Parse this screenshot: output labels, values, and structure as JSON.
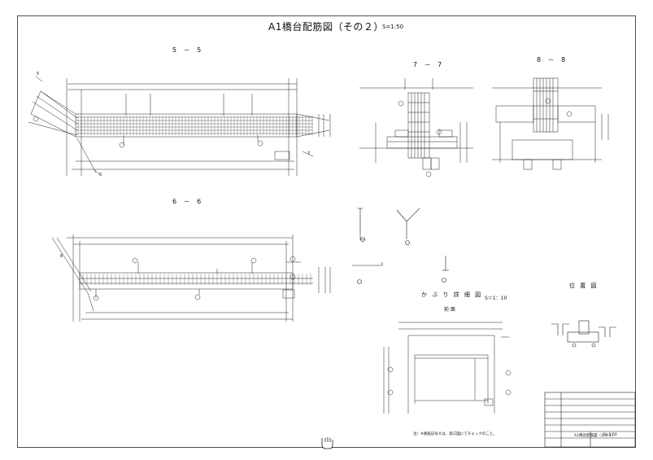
{
  "drawing": {
    "title": "A1橋台配筋図（その２）",
    "scale": "S=1:50"
  },
  "sections": {
    "s5": "5 － 5",
    "s6": "6 － 6",
    "s7": "7 － 7",
    "s8": "8 － 8"
  },
  "details": {
    "bend_title": "か ぶ り 詳 細 図",
    "bend_scale": "S＝1：10",
    "front_label": "前 面",
    "location_title": "位 置 図"
  },
  "markers": {
    "m5": "5",
    "m6": "6",
    "m7": "7",
    "m8": "8"
  },
  "note": "注）※鉄筋記号Ⓓは、施工図にてチェックのこと。",
  "title_block": {
    "drawing_name": "A1橋台配筋図（その２）",
    "drawing_no": "S=1:50"
  }
}
